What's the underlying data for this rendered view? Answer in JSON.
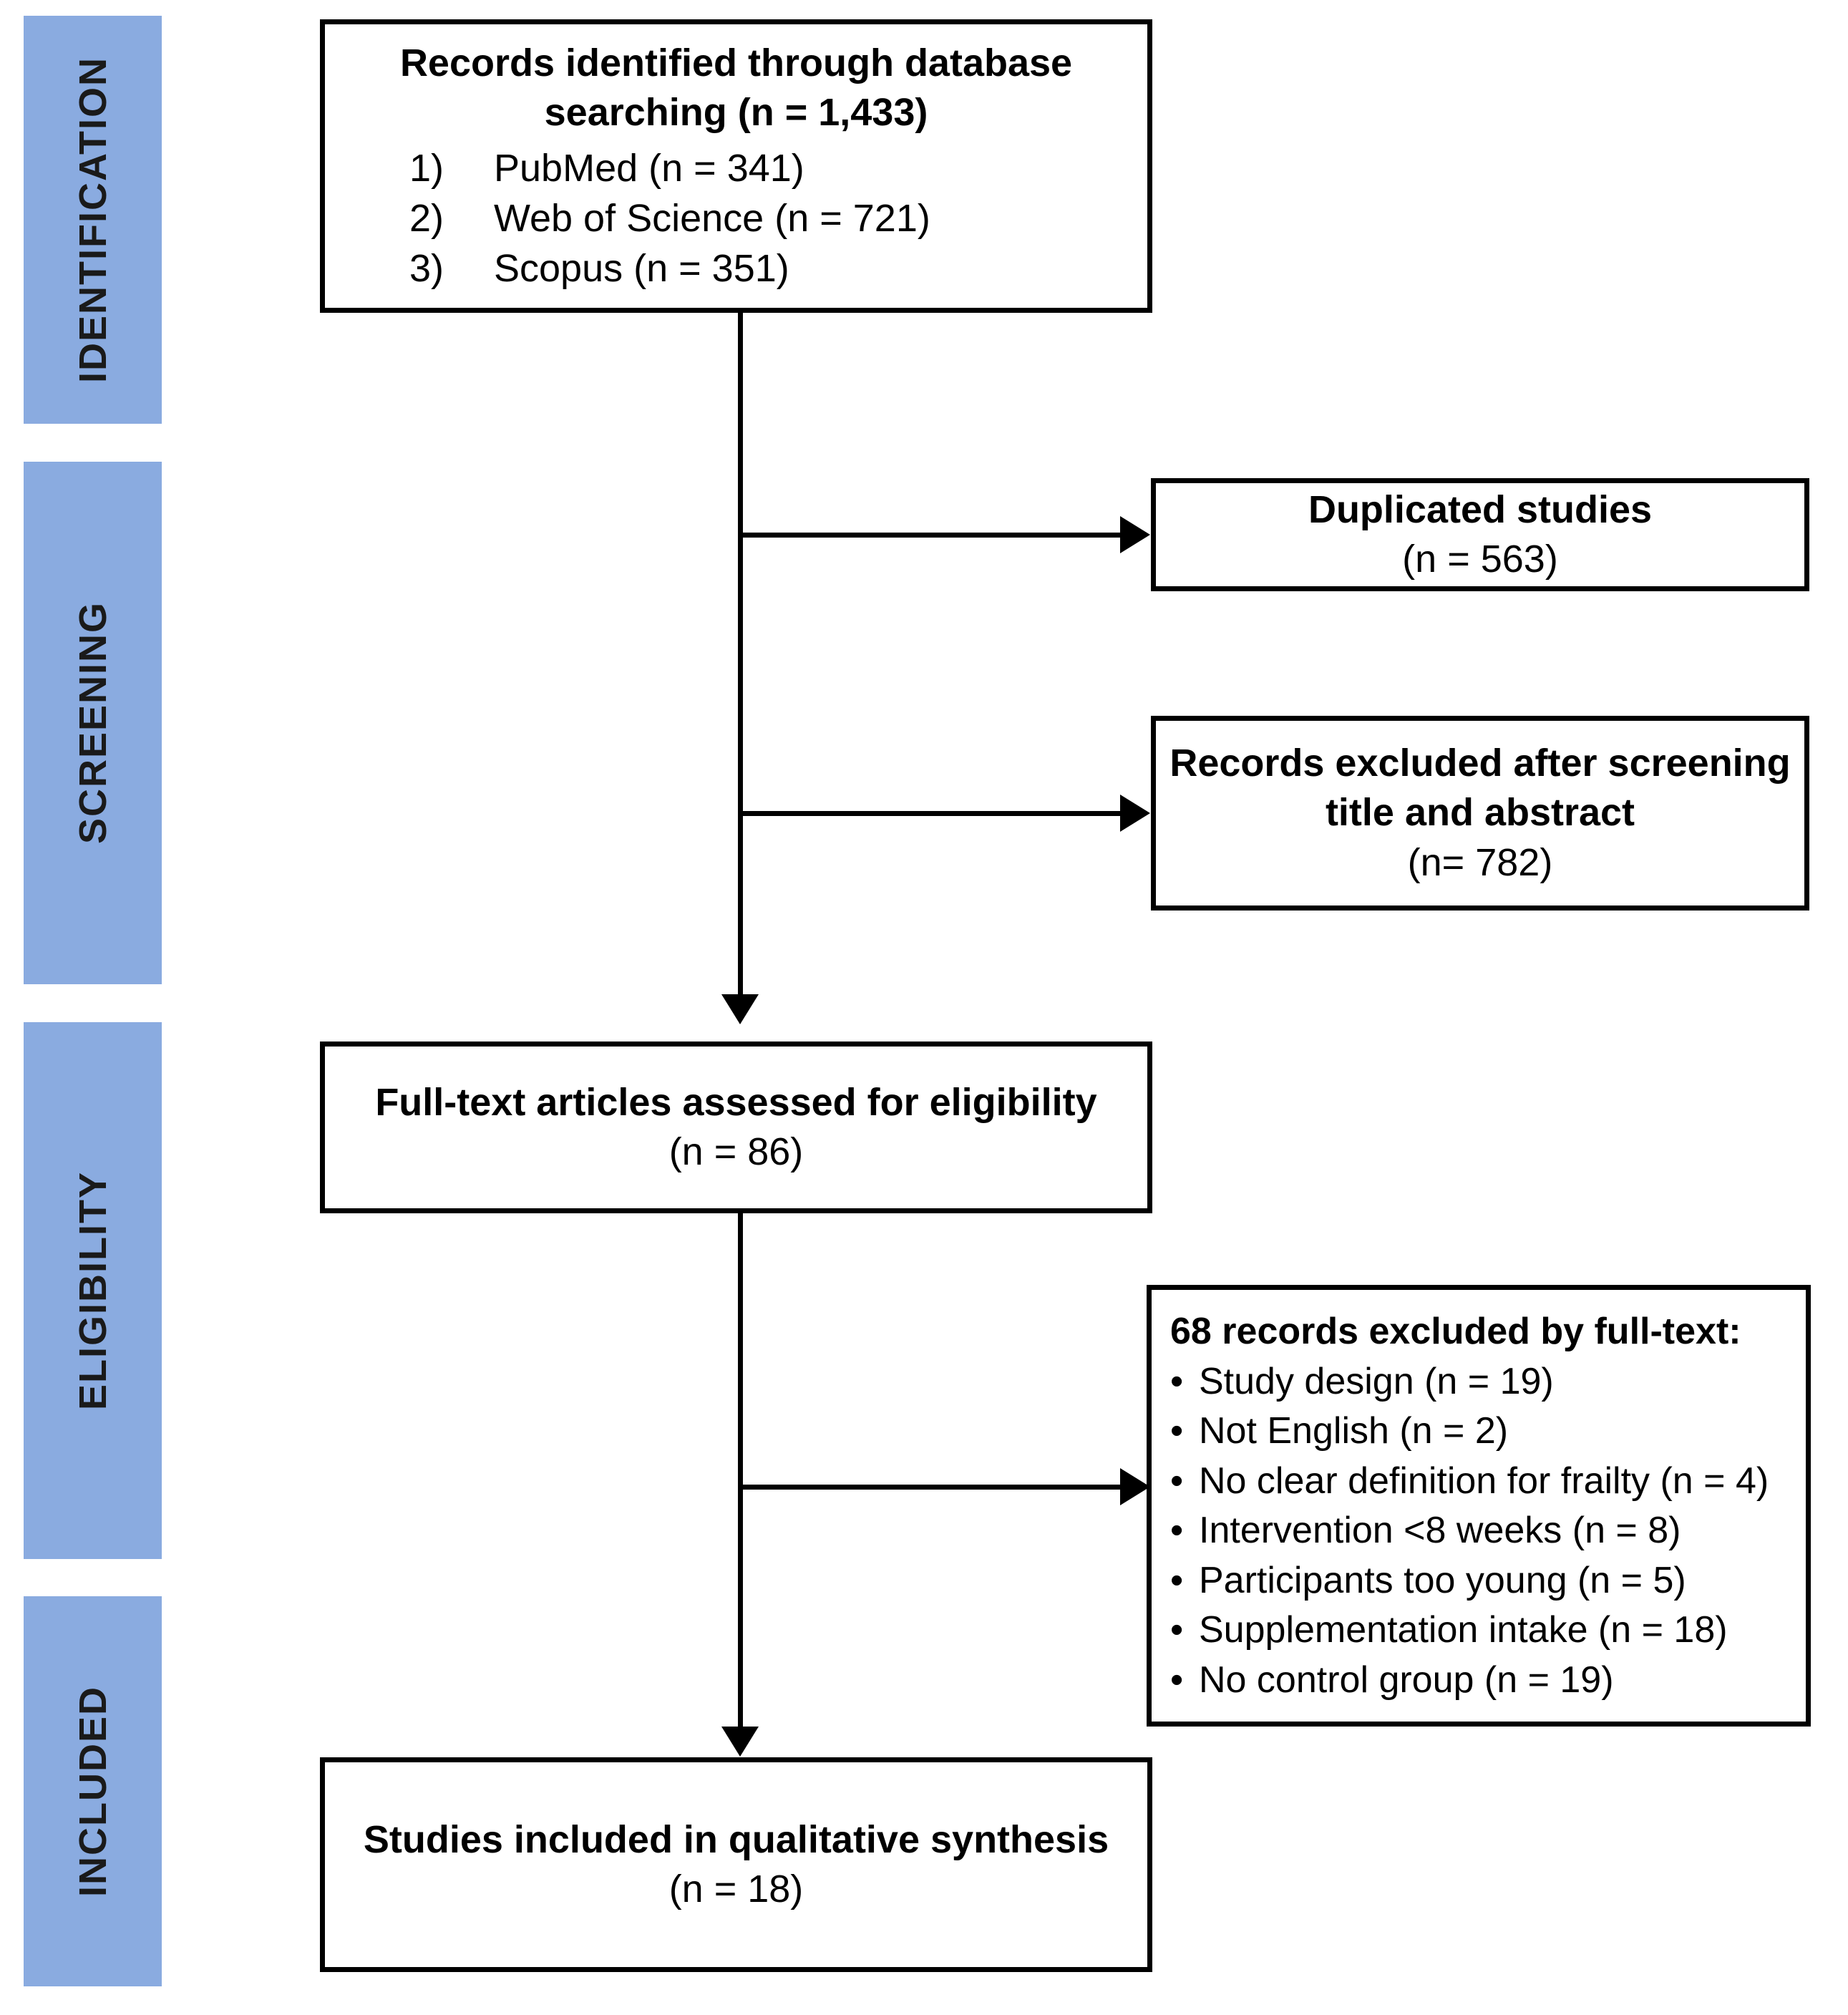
{
  "diagram": {
    "title": "PRISMA study selection flow diagram",
    "accent_color": "#8AABE0",
    "line_color": "#000000",
    "background": "#ffffff"
  },
  "stages": [
    {
      "label": "IDENTIFICATION"
    },
    {
      "label": "SCREENING"
    },
    {
      "label": "ELIGIBILITY"
    },
    {
      "label": "INCLUDED"
    }
  ],
  "boxes": {
    "identified": {
      "title": "Records identified through database searching (n = 1,433)",
      "sources": [
        {
          "num": "1)",
          "text": "PubMed (n = 341)"
        },
        {
          "num": "2)",
          "text": "Web of Science (n = 721)"
        },
        {
          "num": "3)",
          "text": "Scopus (n = 351)"
        }
      ]
    },
    "duplicates": {
      "title": "Duplicated studies",
      "count": "(n = 563)"
    },
    "screened_out": {
      "title": "Records excluded after screening title and abstract",
      "count": "(n= 782)"
    },
    "fulltext": {
      "title": "Full-text articles assessed for eligibility",
      "count": "(n = 86)"
    },
    "fulltext_excluded": {
      "heading": "68 records excluded by full-text:",
      "reasons": [
        "Study design (n = 19)",
        "Not English (n = 2)",
        "No clear definition for frailty (n = 4)",
        "Intervention <8 weeks (n = 8)",
        "Participants too young (n = 5)",
        "Supplementation intake (n = 18)",
        "No control group (n = 19)"
      ],
      "bullet_glyph": "•"
    },
    "included": {
      "title": "Studies included in qualitative synthesis",
      "count": "(n = 18)"
    }
  }
}
